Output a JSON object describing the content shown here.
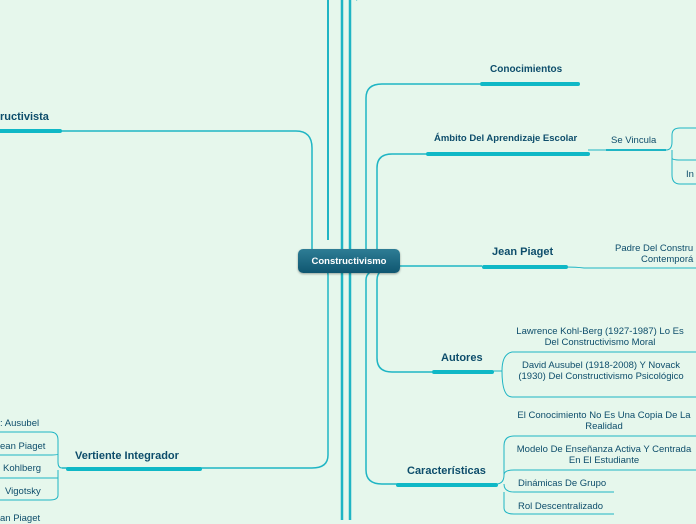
{
  "root": {
    "label": "Constructivismo"
  },
  "left": {
    "branch_top": "ructivista",
    "branch_bottom": "Vertiente Integrador",
    "leaves": [
      ": Ausubel",
      "ean Piaget",
      "Kohlberg",
      "Vigotsky",
      "an Piaget"
    ]
  },
  "right": {
    "conocimientos": "Conocimientos",
    "ambito": "Ámbito Del Aprendizaje Escolar",
    "se_vincula": "Se Vincula",
    "in_partial": "In",
    "jean_piaget": "Jean Piaget",
    "padre_line1": "Padre Del Constru",
    "padre_line2": "Contemporá",
    "autores": "Autores",
    "autor1": "Lawrence Kohl-Berg (1927-1987) Lo Es Del Constructivismo Moral",
    "autor2": "David Ausubel (1918-2008) Y Novack (1930) Del Constructivismo Psicológico",
    "caracteristicas": "Características",
    "car1": "El Conocimiento No Es Una Copia De La Realidad",
    "car2": "Modelo De Enseñanza Activa Y Centrada En El Estudiante",
    "car3": "Dinámicas De Grupo",
    "car4": "Rol Descentralizado"
  },
  "colors": {
    "line": "#1fb5c4",
    "accent": "#0fb8c6",
    "text": "#0d4d6b",
    "background": "#e6f7ec"
  }
}
